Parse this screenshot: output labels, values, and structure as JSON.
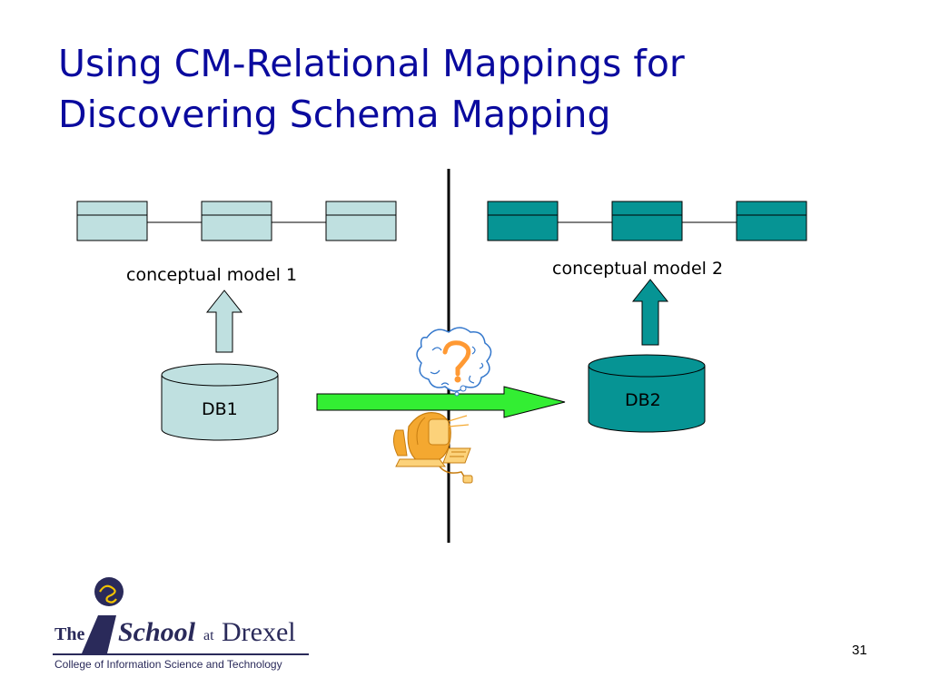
{
  "slide": {
    "title_line1": "Using CM-Relational Mappings for",
    "title_line2": "Discovering Schema Mapping",
    "page_number": "31"
  },
  "diagram": {
    "left": {
      "label": "conceptual model 1",
      "db_label": "DB1",
      "color": "#bfe0e0"
    },
    "right": {
      "label": "conceptual model 2",
      "db_label": "DB2",
      "color": "#069494"
    },
    "arrow_color": "#33ee33",
    "question_mark_color": "#ff9933",
    "clipart_color": "#f4a830"
  },
  "logo": {
    "the": "The",
    "school": "School",
    "at": "at",
    "drexel": "Drexel",
    "tagline": "College of Information Science and Technology"
  }
}
